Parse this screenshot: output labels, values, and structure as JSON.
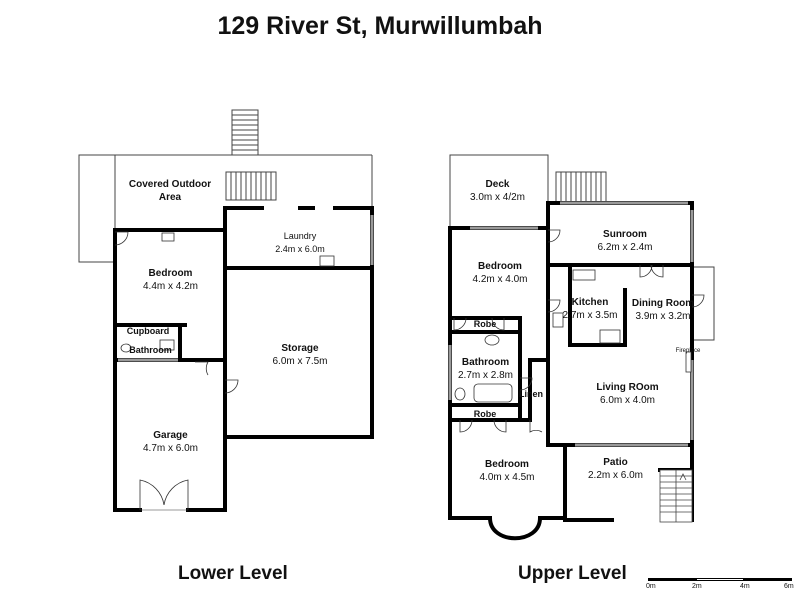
{
  "title": "129 River St, Murwillumbah",
  "lower": {
    "label": "Lower Level",
    "rooms": [
      {
        "key": "covered-outdoor-area",
        "name": "Covered Outdoor Area",
        "line1": "Covered Outdoor",
        "line2": "Area",
        "dims": ""
      },
      {
        "key": "laundry",
        "name": "Laundry",
        "dims": "2.4m x 6.0m"
      },
      {
        "key": "bedroom-lower",
        "name": "Bedroom",
        "dims": "4.4m x 4.2m"
      },
      {
        "key": "cupboard",
        "name": "Cupboard",
        "dims": ""
      },
      {
        "key": "bathroom-lower",
        "name": "Bathroom",
        "dims": ""
      },
      {
        "key": "storage",
        "name": "Storage",
        "dims": "6.0m x 7.5m"
      },
      {
        "key": "garage",
        "name": "Garage",
        "dims": "4.7m x 6.0m"
      }
    ]
  },
  "upper": {
    "label": "Upper Level",
    "rooms": [
      {
        "key": "deck",
        "name": "Deck",
        "dims": "3.0m x 4/2m"
      },
      {
        "key": "sunroom",
        "name": "Sunroom",
        "dims": "6.2m x 2.4m"
      },
      {
        "key": "bedroom-upper-1",
        "name": "Bedroom",
        "dims": "4.2m x 4.0m"
      },
      {
        "key": "kitchen",
        "name": "Kitchen",
        "dims": "2.7m x 3.5m"
      },
      {
        "key": "dining-room",
        "name": "Dining Room",
        "dims": "3.9m x 3.2m"
      },
      {
        "key": "robe-1",
        "name": "Robe",
        "dims": ""
      },
      {
        "key": "fireplace",
        "name": "Fireplace",
        "dims": ""
      },
      {
        "key": "bathroom-upper",
        "name": "Bathroom",
        "dims": "2.7m x 2.8m"
      },
      {
        "key": "linen",
        "name": "Linen",
        "dims": ""
      },
      {
        "key": "living-room",
        "name": "Living ROom",
        "dims": "6.0m x 4.0m"
      },
      {
        "key": "robe-2",
        "name": "Robe",
        "dims": ""
      },
      {
        "key": "patio",
        "name": "Patio",
        "dims": "2.2m x 6.0m"
      },
      {
        "key": "bedroom-upper-2",
        "name": "Bedroom",
        "dims": "4.0m x 4.5m"
      }
    ]
  },
  "scale_bar": {
    "ticks": [
      "0m",
      "2m",
      "4m",
      "6m"
    ],
    "colors": [
      "#000000",
      "#ffffff",
      "#000000"
    ]
  },
  "colors": {
    "wall": "#000000",
    "thin_line": "#555555",
    "window": "#9a9a9a",
    "background": "#ffffff"
  }
}
